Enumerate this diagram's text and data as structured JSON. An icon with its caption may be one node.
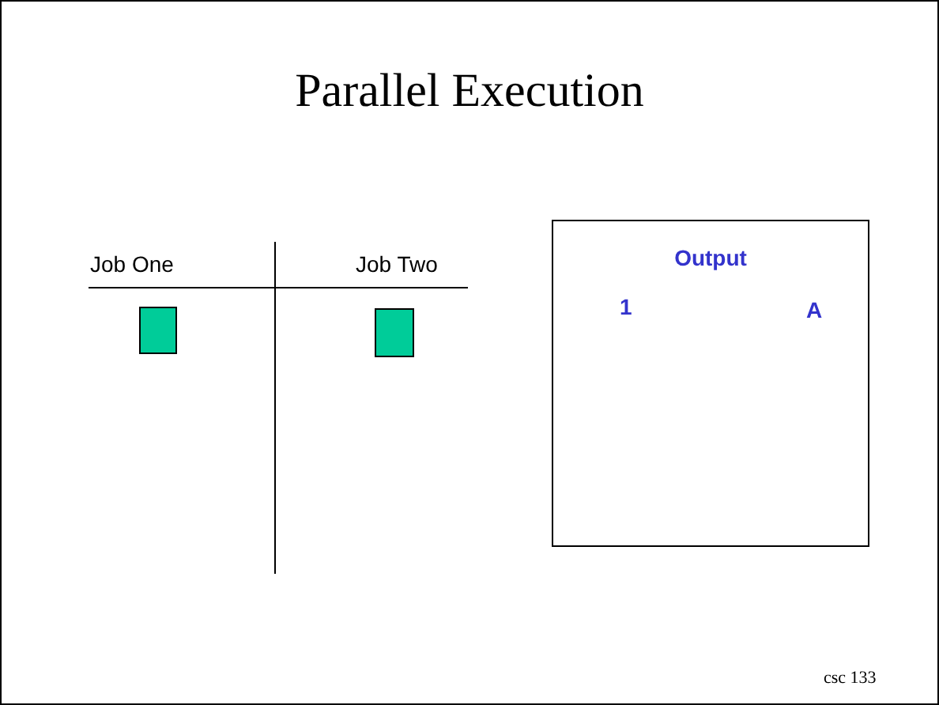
{
  "diagram": {
    "title": "Parallel Execution",
    "nodes": [
      {
        "text": [],
        "shape": "box"
      },
      {
        "text": [],
        "shape": "box"
      },
      {
        "text": [
          "Output",
          "1",
          "A"
        ]
      }
    ],
    "labels": [
      "Job One",
      "Job Two",
      "csc 133"
    ]
  }
}
